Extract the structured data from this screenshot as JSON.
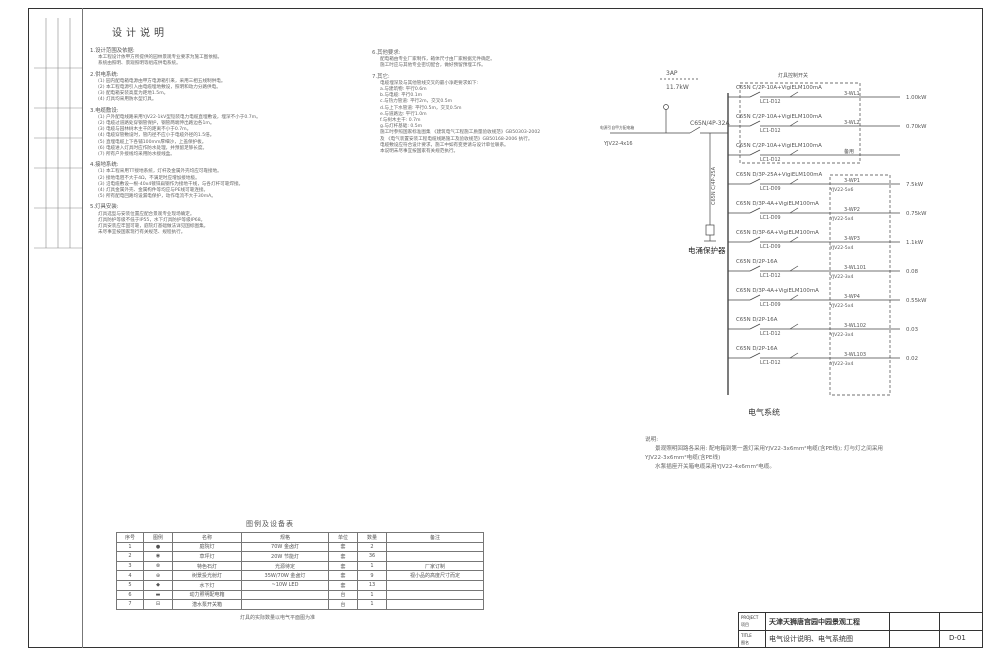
{
  "title_description": "设计说明",
  "sections": [
    {
      "heading": "1.设计范围及依据:",
      "lines": [
        "本工程设计依甲方所提供的园林景观专业要求为施工图依据。",
        "系统由照明、景观照明等组成供电系统。"
      ]
    },
    {
      "heading": "2.供电系统:",
      "lines": [
        "(1) 园内配电箱电源由甲方电源箱引来，采用三相五线制供电。",
        "(2) 本工程电源引入由电缆埋地敷设，照明和动力分路供电。",
        "(3) 配电箱安装高度为距地1.5m。",
        "(4) 灯具均采用防水型灯具。"
      ]
    },
    {
      "heading": "3.电缆敷设:",
      "lines": [
        "(1) 户外配电线路采用YJV22-1kV型铠装电力电缆直埋敷设，埋深不小于0.7m。",
        "(2) 电缆过道路处穿钢管保护，钢管两端伸出路边各1m。",
        "(3) 电缆与园林树木主干的距离不小于0.7m。",
        "(4) 电缆穿管敷设时，管内径不应小于电缆外径的1.5倍。",
        "(5) 直埋电缆上下各铺100mm厚细沙，上盖保护板。",
        "(6) 电缆进入灯具时应作防水处理，并预留足够长度。",
        "(7) 所有户外接线均采用防水接线盒。"
      ]
    },
    {
      "heading": "4.接地系统:",
      "lines": [
        "(1) 本工程采用TT接地系统，灯杆及金属外壳均应可靠接地。",
        "(2) 接地电阻不大于4Ω，不满足时应增加接地极。",
        "(3) 沿电缆敷设一根-40x4镀锌扁钢作为接地干线，与各灯杆可靠焊接。",
        "(4) 灯具金属外壳、金属构件等均应与PE线可靠连接。",
        "(5) 所有配电回路均设漏电保护，动作电流不大于30mA。"
      ]
    },
    {
      "heading": "5.灯具安装:",
      "lines": [
        "灯具选型与安装位置应配合景观专业现场确定。",
        "灯具防护等级不低于IP55，水下灯具防护等级IP68。",
        "灯具安装应牢固可靠，庭院灯基础做法详见国标图集。",
        "未尽事宜按国家现行有关规范、规程执行。"
      ]
    }
  ],
  "sections_right": [
    {
      "heading": "6.其他要求:",
      "lines": [
        "配电箱由专业厂家制作，箱体尺寸由厂家根据元件确定。",
        "施工时应与其他专业密切配合，做好预留预埋工作。"
      ]
    },
    {
      "heading": "7.其它:",
      "lines": [
        "电缆埋深及与其他管线交叉的最小净距要求如下:",
        "a.与建筑物: 平行0.6m",
        "b.与电缆: 平行0.1m",
        "c.与热力管道: 平行2m，交叉0.5m",
        "d.与上下水管道: 平行0.5m，交叉0.5m",
        "e.与道路边: 平行1.0m",
        "f.与树木主干: 0.7m",
        "g.与灯杆基础: 0.5m",
        "施工时参照国家标准图集 《建筑电气工程施工质量验收规范》GB50303-2002",
        "及 《电气装置安装工程电缆线路施工及验收规范》GB50168-2006 执行。",
        "电缆敷设应符合设计要求，施工中如有变更请与设计单位联系。",
        "本说明未尽事宜按国家有关规范执行。"
      ]
    }
  ],
  "schematic": {
    "title": "电气系统",
    "incoming": "3AP",
    "power": "11.7kW",
    "main_breaker": "C65N/4P-32A",
    "cable_in": "YJV22-4x16",
    "source_label": "电源引自甲方配电箱",
    "spd_label": "电涌保护器",
    "spd_breaker": "C65N C/4P-25A",
    "group_label": "灯具控制开关",
    "branches": [
      {
        "breaker": "C65N C/2P-10A+VigiELM100mA",
        "contactor": "LC1-D12",
        "circuit": "3-WL1",
        "cable": "",
        "load": "1.00kW"
      },
      {
        "breaker": "C65N C/2P-10A+VigiELM100mA",
        "contactor": "LC1-D12",
        "circuit": "3-WL2",
        "cable": "",
        "load": "0.70kW"
      },
      {
        "breaker": "C65N C/2P-10A+VigiELM100mA",
        "contactor": "LC1-D12",
        "circuit": "备用",
        "cable": "",
        "load": ""
      },
      {
        "breaker": "C65N D/3P-25A+VigiELM100mA",
        "contactor": "LC1-D09",
        "circuit": "3-WP1",
        "cable": "YJV22-5x6",
        "load": "7.5kW"
      },
      {
        "breaker": "C65N D/3P-4A+VigiELM100mA",
        "contactor": "LC1-D09",
        "circuit": "3-WP2",
        "cable": "YJV22-5x4",
        "load": "0.75kW"
      },
      {
        "breaker": "C65N D/3P-6A+VigiELM100mA",
        "contactor": "LC1-D09",
        "circuit": "3-WP3",
        "cable": "YJV22-5x4",
        "load": "1.1kW"
      },
      {
        "breaker": "C65N D/2P-16A",
        "contactor": "LC1-D12",
        "circuit": "3-WL101",
        "cable": "YJV22-3x4",
        "load": "0.08"
      },
      {
        "breaker": "C65N D/3P-4A+VigiELM100mA",
        "contactor": "LC1-D09",
        "circuit": "3-WP4",
        "cable": "YJV22-5x4",
        "load": "0.55kW"
      },
      {
        "breaker": "C65N D/2P-16A",
        "contactor": "LC1-D12",
        "circuit": "3-WL102",
        "cable": "YJV22-3x4",
        "load": "0.03"
      },
      {
        "breaker": "C65N D/2P-16A",
        "contactor": "LC1-D12",
        "circuit": "3-WL103",
        "cable": "YJV22-3x4",
        "load": "0.02"
      }
    ]
  },
  "notes": {
    "title": "说明:",
    "lines": [
      "景观照明回路各采用: 配电箱到第一盏灯采用YJV22-3x6mm²电缆(含PE线); 灯与灯之间采用",
      "YJV22-3x6mm²电缆(含PE线)",
      "水泵插座开关箱电缆采用YJV22-4x6mm²电缆。"
    ]
  },
  "legend": {
    "title": "图例及设备表",
    "headers": [
      "序号",
      "图例",
      "名称",
      "规格",
      "单位",
      "数量",
      "备注"
    ],
    "rows": [
      [
        "1",
        "●",
        "庭院灯",
        "70W 金卤灯",
        "套",
        "2",
        ""
      ],
      [
        "2",
        "◉",
        "草坪灯",
        "20W 节能灯",
        "套",
        "36",
        ""
      ],
      [
        "3",
        "⊗",
        "特色石灯",
        "光源待定",
        "套",
        "1",
        "厂家订制"
      ],
      [
        "4",
        "⊕",
        "树景投光射灯",
        "35W/70W 金卤灯",
        "套",
        "9",
        "视小品的高度尺寸而定"
      ],
      [
        "5",
        "◆",
        "水下灯",
        "~10W LED",
        "套",
        "13",
        ""
      ],
      [
        "6",
        "▬",
        "动力照明配电箱",
        "",
        "台",
        "1",
        ""
      ],
      [
        "7",
        "⊟",
        "潜水泵开关箱",
        "",
        "台",
        "1",
        ""
      ]
    ],
    "footer": "灯具的实际数量以电气平面图为准"
  },
  "titleblock": {
    "project_label": "PROJECT",
    "project_label_cn": "项目",
    "project": "天津天狮唐宫园中园景观工程",
    "title_label": "TITLE",
    "title_label_cn": "图名",
    "title": "电气设计说明、电气系统图",
    "sheet": "D-01"
  }
}
